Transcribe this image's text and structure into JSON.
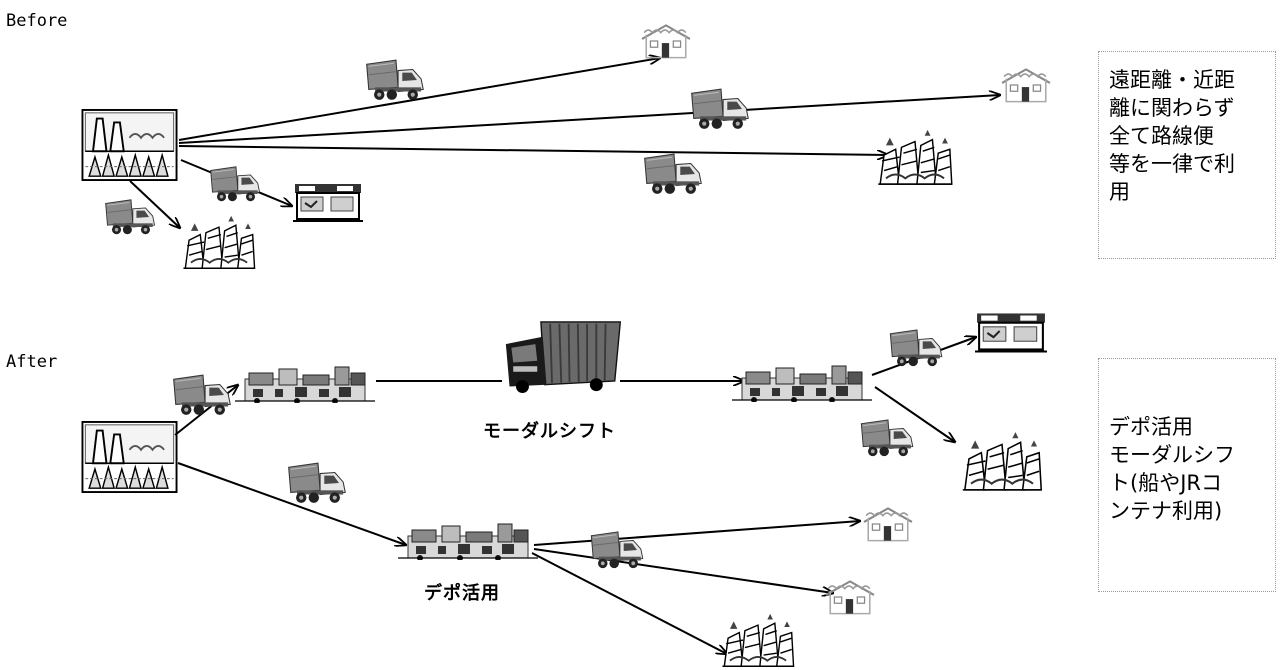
{
  "before": {
    "label": "Before",
    "note": "遠距離・近距\n離に関わらず\n全て路線便\n等を一律で利\n用"
  },
  "after": {
    "label": "After",
    "note": "デポ活用\nモーダルシフ\nト(船やJRコ\nンテナ利用)",
    "modal_shift_caption": "モーダルシフト",
    "depot_caption": "デポ活用"
  },
  "colors": {
    "line": "#000000",
    "box_border": "#9a9a9a"
  }
}
